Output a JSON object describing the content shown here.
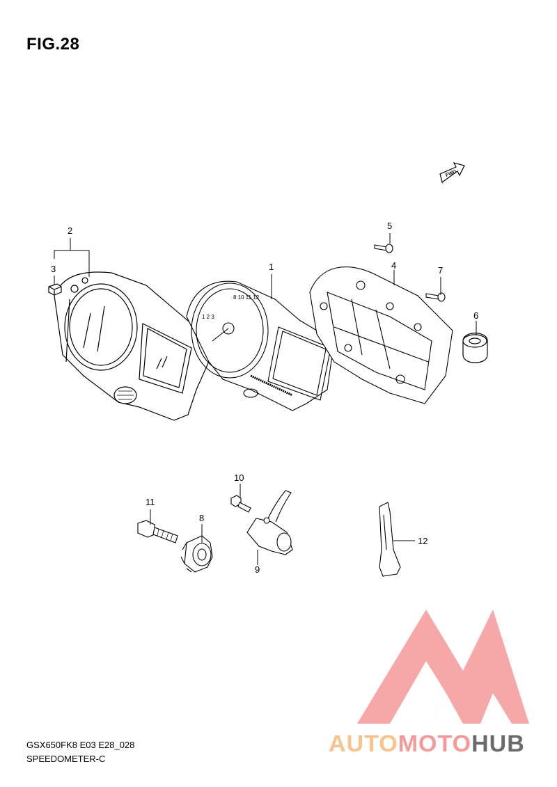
{
  "figure": {
    "title": "FIG.28"
  },
  "fwd_label": "FWD",
  "parts": [
    {
      "number": "1"
    },
    {
      "number": "2"
    },
    {
      "number": "3"
    },
    {
      "number": "4"
    },
    {
      "number": "5"
    },
    {
      "number": "6"
    },
    {
      "number": "7"
    },
    {
      "number": "8"
    },
    {
      "number": "9"
    },
    {
      "number": "10"
    },
    {
      "number": "11"
    },
    {
      "number": "12"
    }
  ],
  "footer": {
    "model_code": "GSX650FK8 E03 E28_028",
    "section_name": "SPEEDOMETER-C"
  },
  "watermark": {
    "part1": "AUTO",
    "part2": "MOTO",
    "part3": "HUB"
  },
  "colors": {
    "watermark_red": "#f59a9a",
    "watermark_orange": "#f7c38f",
    "watermark_gray": "#6b6b6b"
  }
}
